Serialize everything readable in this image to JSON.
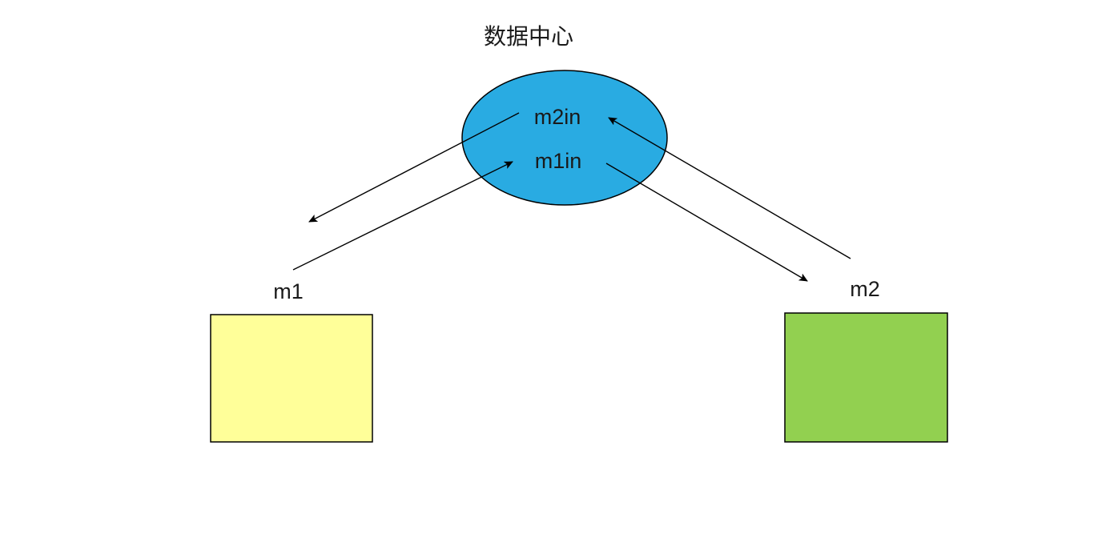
{
  "diagram": {
    "title": "数据中心",
    "hub": {
      "label_top": "m2in",
      "label_bottom": "m1in",
      "fill": "#29ABE2",
      "stroke": "#000000"
    },
    "nodes": {
      "m1": {
        "label": "m1",
        "fill": "#FFFF99",
        "stroke": "#000000"
      },
      "m2": {
        "label": "m2",
        "fill": "#92D050",
        "stroke": "#000000"
      }
    },
    "arrows": [
      {
        "name": "hub-m2in-to-m1",
        "from": "m2in",
        "to": "m1"
      },
      {
        "name": "m1-to-hub-m1in",
        "from": "m1",
        "to": "m1in"
      },
      {
        "name": "m2-to-hub-m2in",
        "from": "m2",
        "to": "m2in"
      },
      {
        "name": "hub-m1in-to-m2",
        "from": "m1in",
        "to": "m2"
      }
    ]
  }
}
